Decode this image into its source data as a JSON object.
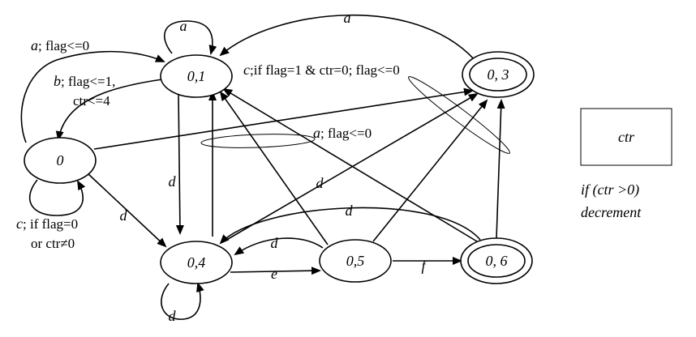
{
  "states": {
    "s0": "0",
    "s01": "0,1",
    "s03": "0, 3",
    "s04": "0,4",
    "s05": "0,5",
    "s06": "0, 6"
  },
  "edges": {
    "loop_01": "a",
    "s03_to_01": "a",
    "s0_to_01_a": "a",
    "s0_to_01_a_rest": "; flag<=0",
    "s01_to_0_b": "b",
    "s01_to_0_b_rest": "; flag<=1,",
    "s01_to_0_b_line2": "ctr<=4",
    "c_condition_c": "c",
    "c_condition_rest": ";if flag=1 & ctr=0; flag<=0",
    "s0_to_03_a": "a",
    "s0_to_03_a_rest": "; flag<=0",
    "s01_to_04": "d",
    "s0_to_04": "d",
    "s04_to_03": "d",
    "s06_to_04": "d",
    "s05_to_04": "d",
    "s04_to_05": "e",
    "s05_to_06": "f",
    "loop_04": "d",
    "loop_0_c": "c",
    "loop_0_rest": "; if flag=0",
    "loop_0_line2": "or ctr≠0"
  },
  "counter": {
    "label": "ctr",
    "rule_line1": "if (ctr >0)",
    "rule_line2": "decrement"
  }
}
